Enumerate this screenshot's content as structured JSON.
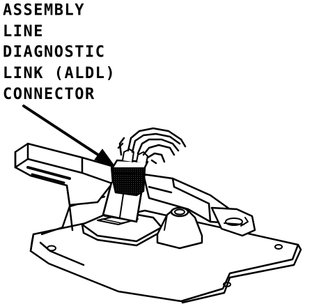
{
  "callout": {
    "lines": [
      "ASSEMBLY",
      "LINE",
      "DIAGNOSTIC",
      "LINK (ALDL)",
      "CONNECTOR"
    ]
  },
  "colors": {
    "ink": "#000000",
    "paper": "#ffffff",
    "stipple": "#555555"
  }
}
